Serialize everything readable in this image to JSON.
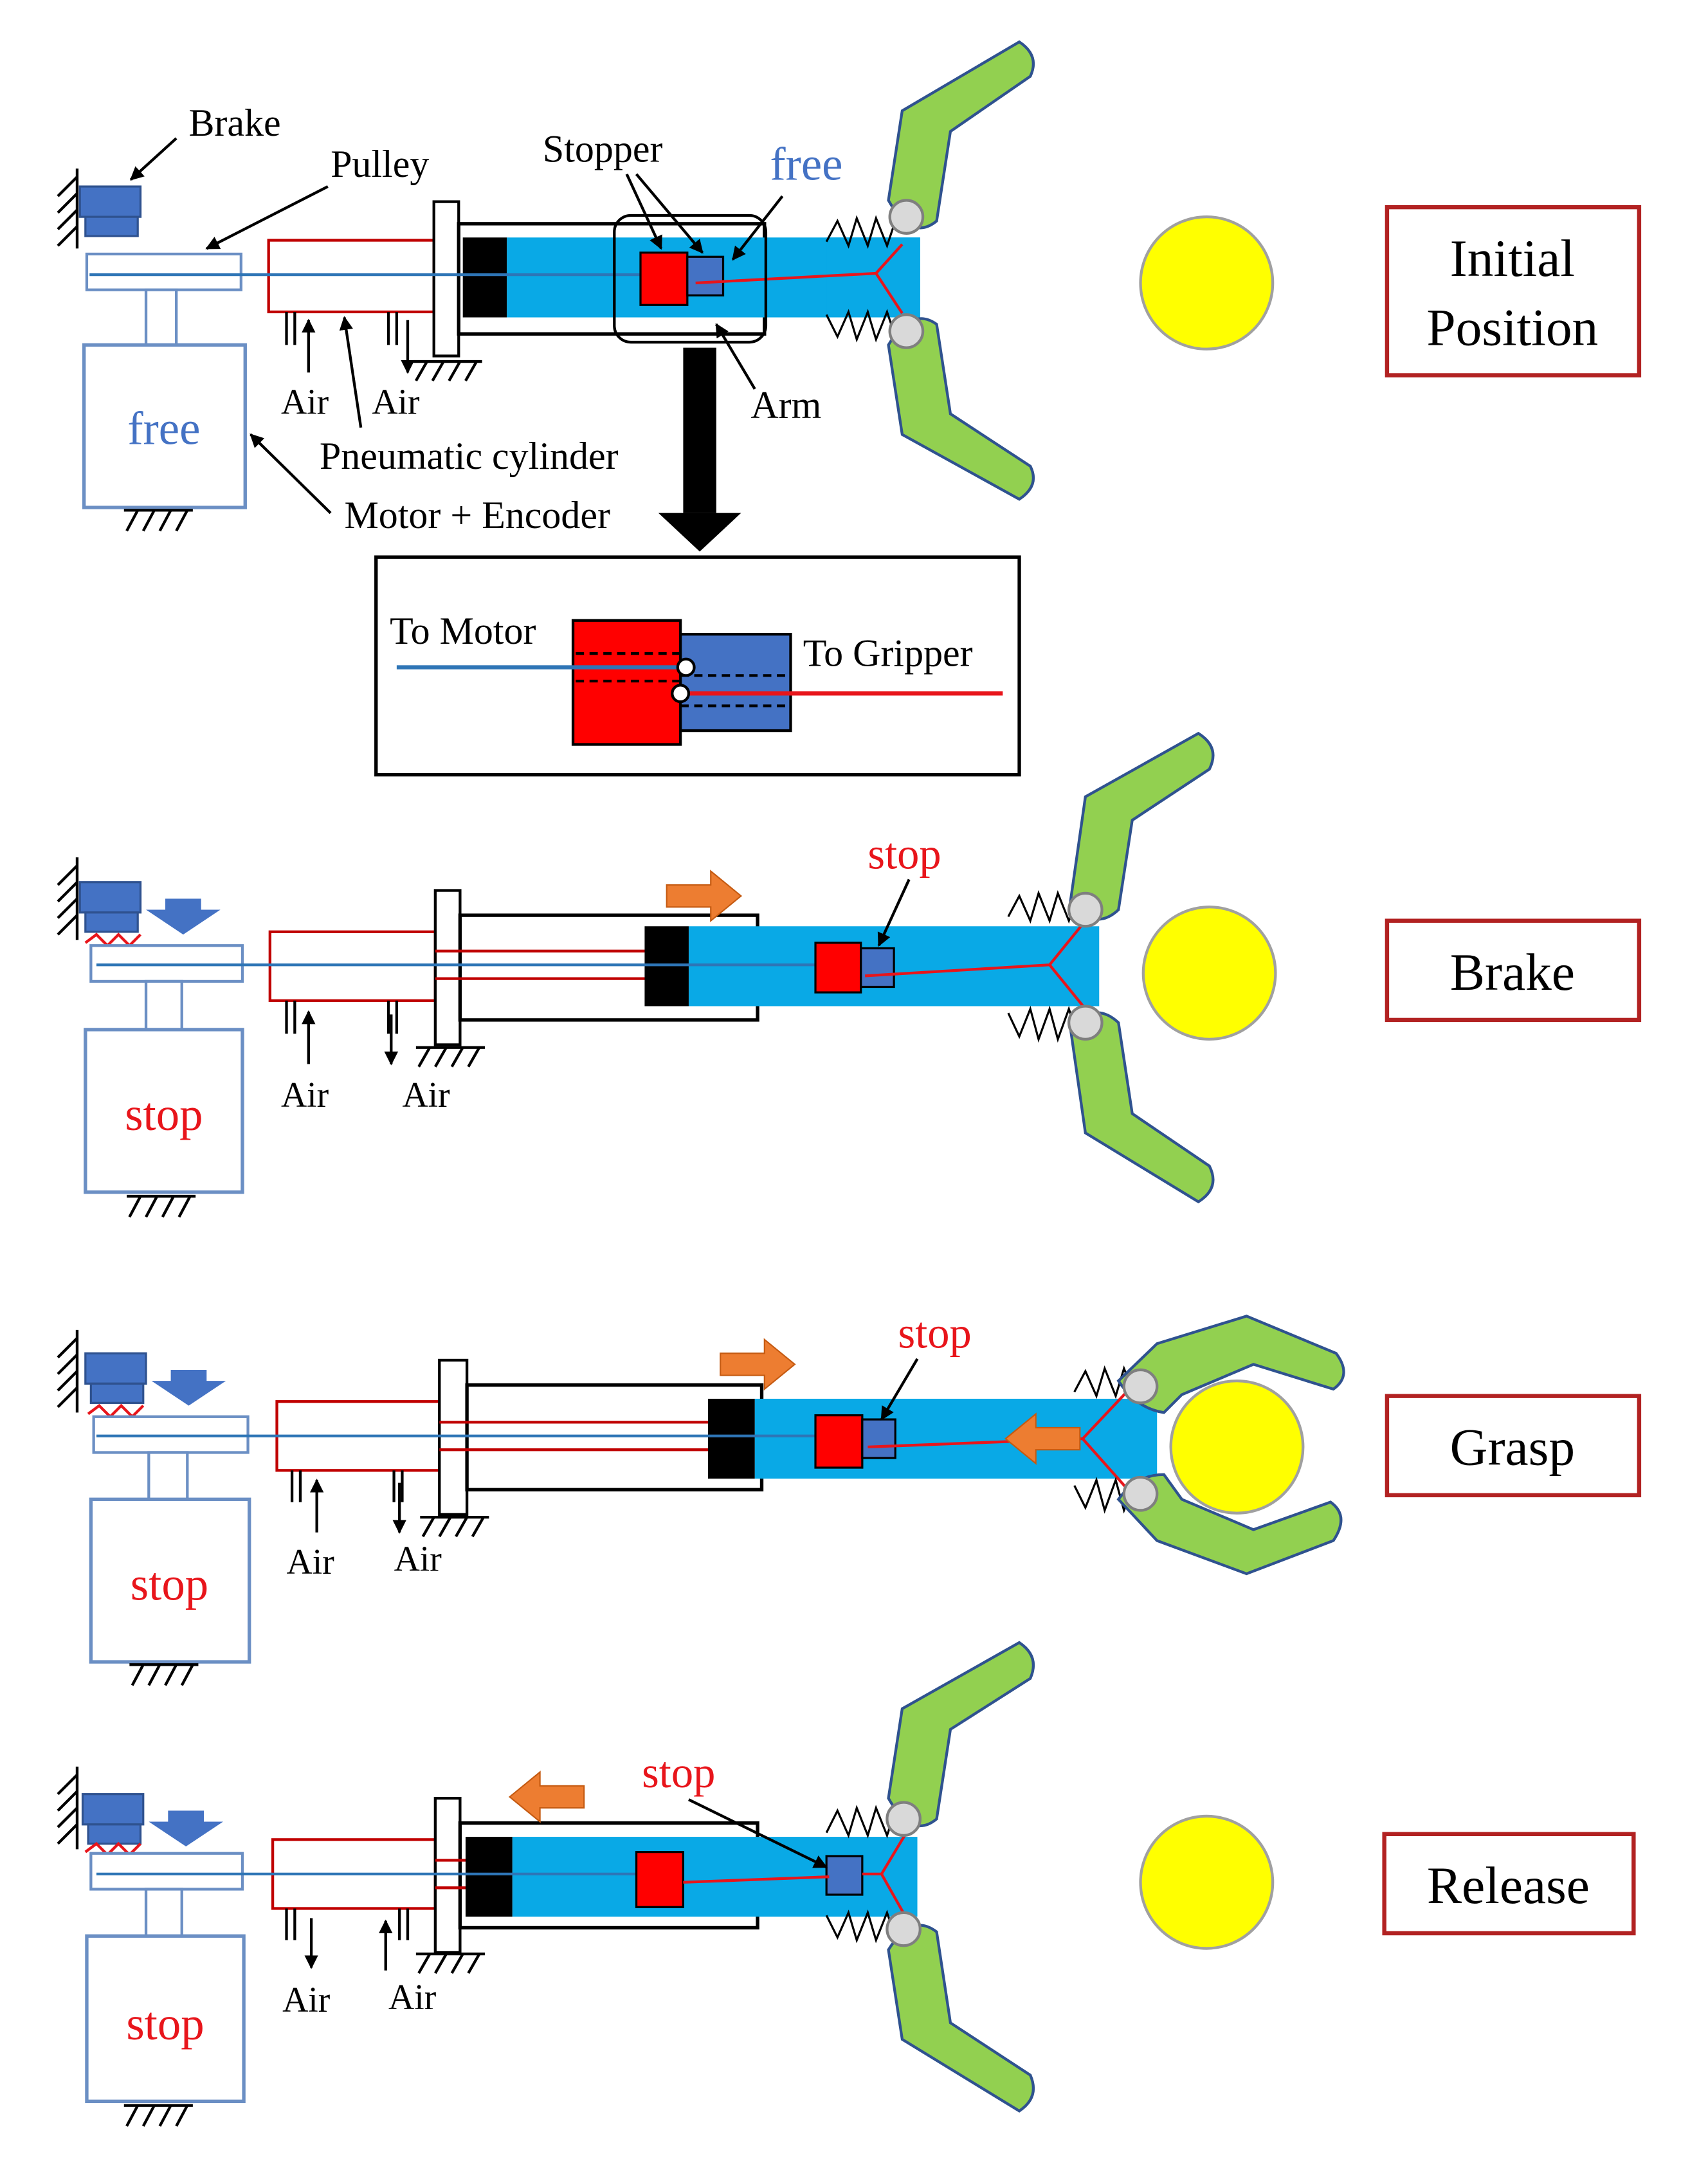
{
  "labels": {
    "brake": "Brake",
    "pulley": "Pulley",
    "stopper": "Stopper",
    "free": "free",
    "stop": "stop",
    "air": "Air",
    "arm": "Arm",
    "pneumatic_cylinder": "Pneumatic cylinder",
    "motor_encoder": "Motor + Encoder",
    "to_motor": "To Motor",
    "to_gripper": "To Gripper"
  },
  "stages": [
    {
      "title_line1": "Initial",
      "title_line2": "Position",
      "motor_state": "free"
    },
    {
      "title": "Brake",
      "motor_state": "stop"
    },
    {
      "title": "Grasp",
      "motor_state": "stop"
    },
    {
      "title": "Release",
      "motor_state": "stop"
    }
  ],
  "colors": {
    "accent_red": "#e8151b",
    "title_border": "#b22222",
    "free_text": "#4472c4",
    "cylinder_fill": "#09a9e6",
    "finger_green": "#92d050",
    "object_yellow": "#ffff00",
    "brake_blue": "#4472c4",
    "arrow_orange": "#ed7d31",
    "motor_outline": "#6b8fc4"
  }
}
